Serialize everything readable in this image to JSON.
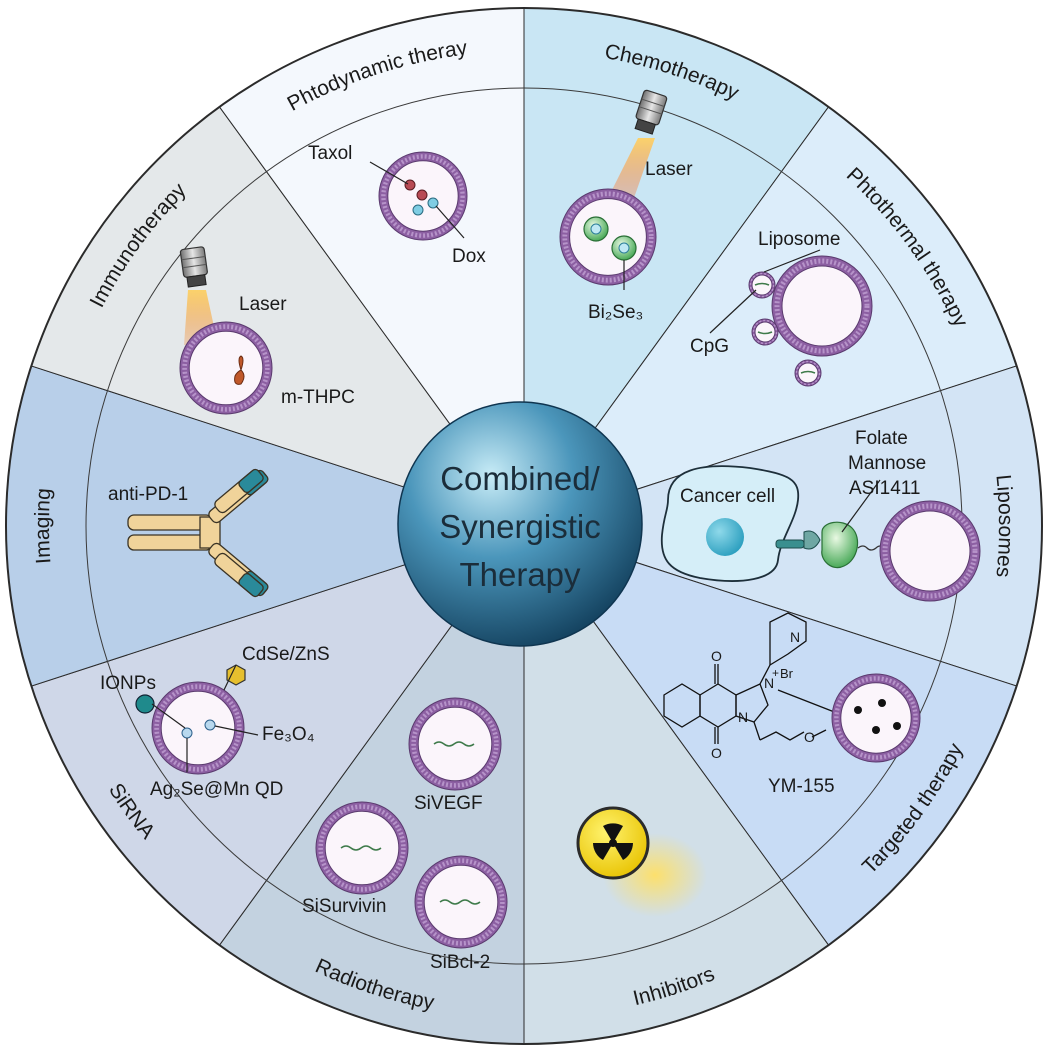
{
  "center": {
    "lines": [
      "Combined/",
      "Synergistic",
      "Therapy"
    ]
  },
  "sectors": [
    {
      "title": "Chemotherapy",
      "color": "#c9e6f4"
    },
    {
      "title": "Phtothermal therapy",
      "color": "#dcedfa"
    },
    {
      "title": "Liposomes",
      "color": "#d3e4f5"
    },
    {
      "title": "Targeted therapy",
      "color": "#c8dcf5"
    },
    {
      "title": "Inhibitors",
      "color": "#d1dfe8"
    },
    {
      "title": "Radiotherapy",
      "color": "#c3d2e0"
    },
    {
      "title": "SiRNA",
      "color": "#cfd7e8"
    },
    {
      "title": "Imaging",
      "color": "#b8cfe9"
    },
    {
      "title": "Immunotherapy",
      "color": "#e4e8ea"
    },
    {
      "title": "Phtodynamic theray",
      "color": "#f4f8fd"
    }
  ],
  "labels": {
    "taxol": "Taxol",
    "dox": "Dox",
    "laser_ptt": "Laser",
    "bi2se3": "Bi₂Se₃",
    "liposome": "Liposome",
    "cpg": "CpG",
    "folate": "Folate",
    "mannose": "Mannose",
    "asi1411": "ASI1411",
    "cancer_cell": "Cancer cell",
    "ym155": "YM-155",
    "sivegf": "SiVEGF",
    "sisurvivin": "SiSurvivin",
    "sibcl2": "SiBcl-2",
    "cdse": "CdSe/ZnS",
    "ionps": "IONPs",
    "fe3o4": "Fe₃O₄",
    "ag2se": "Ag₂Se@Mn QD",
    "anti_pd1": "anti-PD-1",
    "laser_pdt": "Laser",
    "mthpc": "m-THPC"
  },
  "chem": {
    "oxygen": "O",
    "nitrogen": "N",
    "plus": "+",
    "bromide": "Br"
  },
  "colors": {
    "membrane": "#8c5fa2",
    "membrane_light": "#b693c9",
    "vesicle_fill": "#fbf5fb",
    "center_dark": "#184a66",
    "center_light": "#7fbfd8",
    "antibody_body": "#f0d39a",
    "antibody_tip": "#2a8a9a",
    "laser_beam": "#f4a04a"
  }
}
